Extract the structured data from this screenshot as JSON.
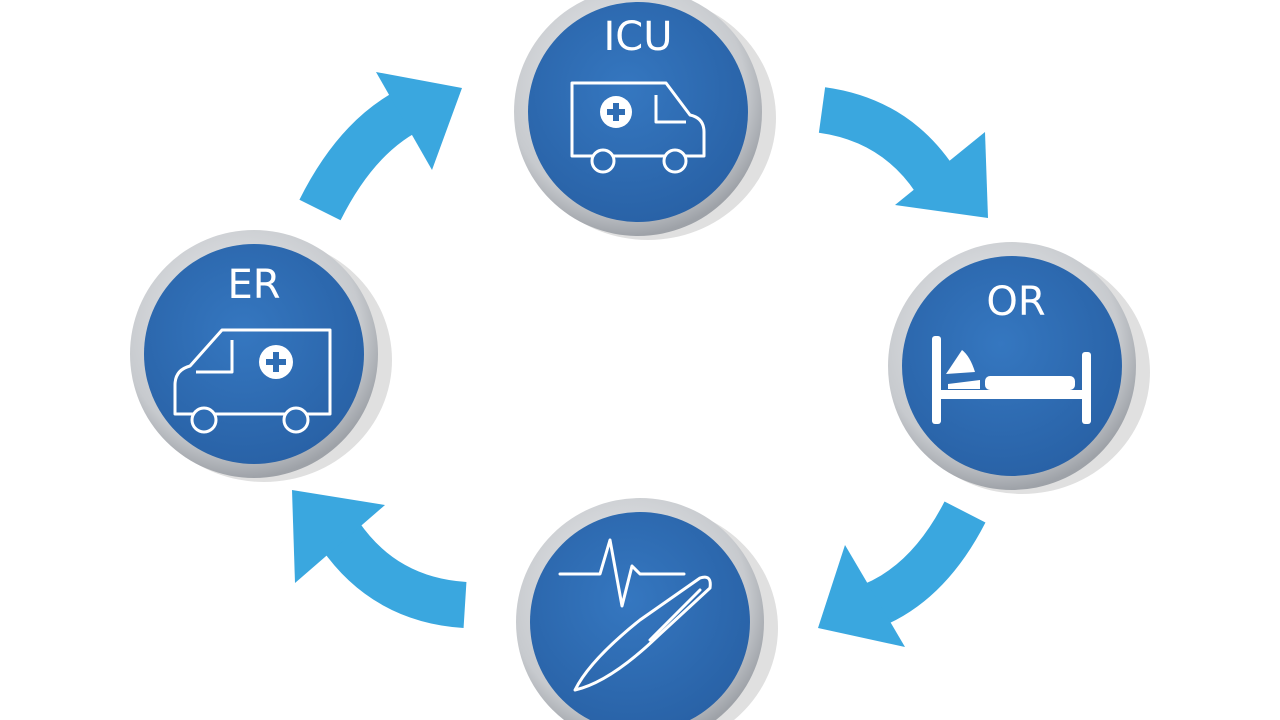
{
  "diagram": {
    "nodes": [
      {
        "id": "icu",
        "label": "ICU",
        "icon": "ambulance-icon"
      },
      {
        "id": "or",
        "label": "OR",
        "icon": "hospital-bed-icon"
      },
      {
        "id": "surgery",
        "label": "",
        "icon": "heartbeat-scalpel-icon"
      },
      {
        "id": "er",
        "label": "ER",
        "icon": "ambulance-icon"
      }
    ],
    "edges": [
      {
        "from": "er",
        "to": "icu"
      },
      {
        "from": "icu",
        "to": "or"
      },
      {
        "from": "or",
        "to": "surgery"
      },
      {
        "from": "surgery",
        "to": "er"
      }
    ],
    "colors": {
      "node_fill": "#2f6db4",
      "node_ring": "#c9ccd0",
      "arrow": "#3aa7df",
      "icon_stroke": "#ffffff",
      "background": "#ffffff"
    }
  }
}
